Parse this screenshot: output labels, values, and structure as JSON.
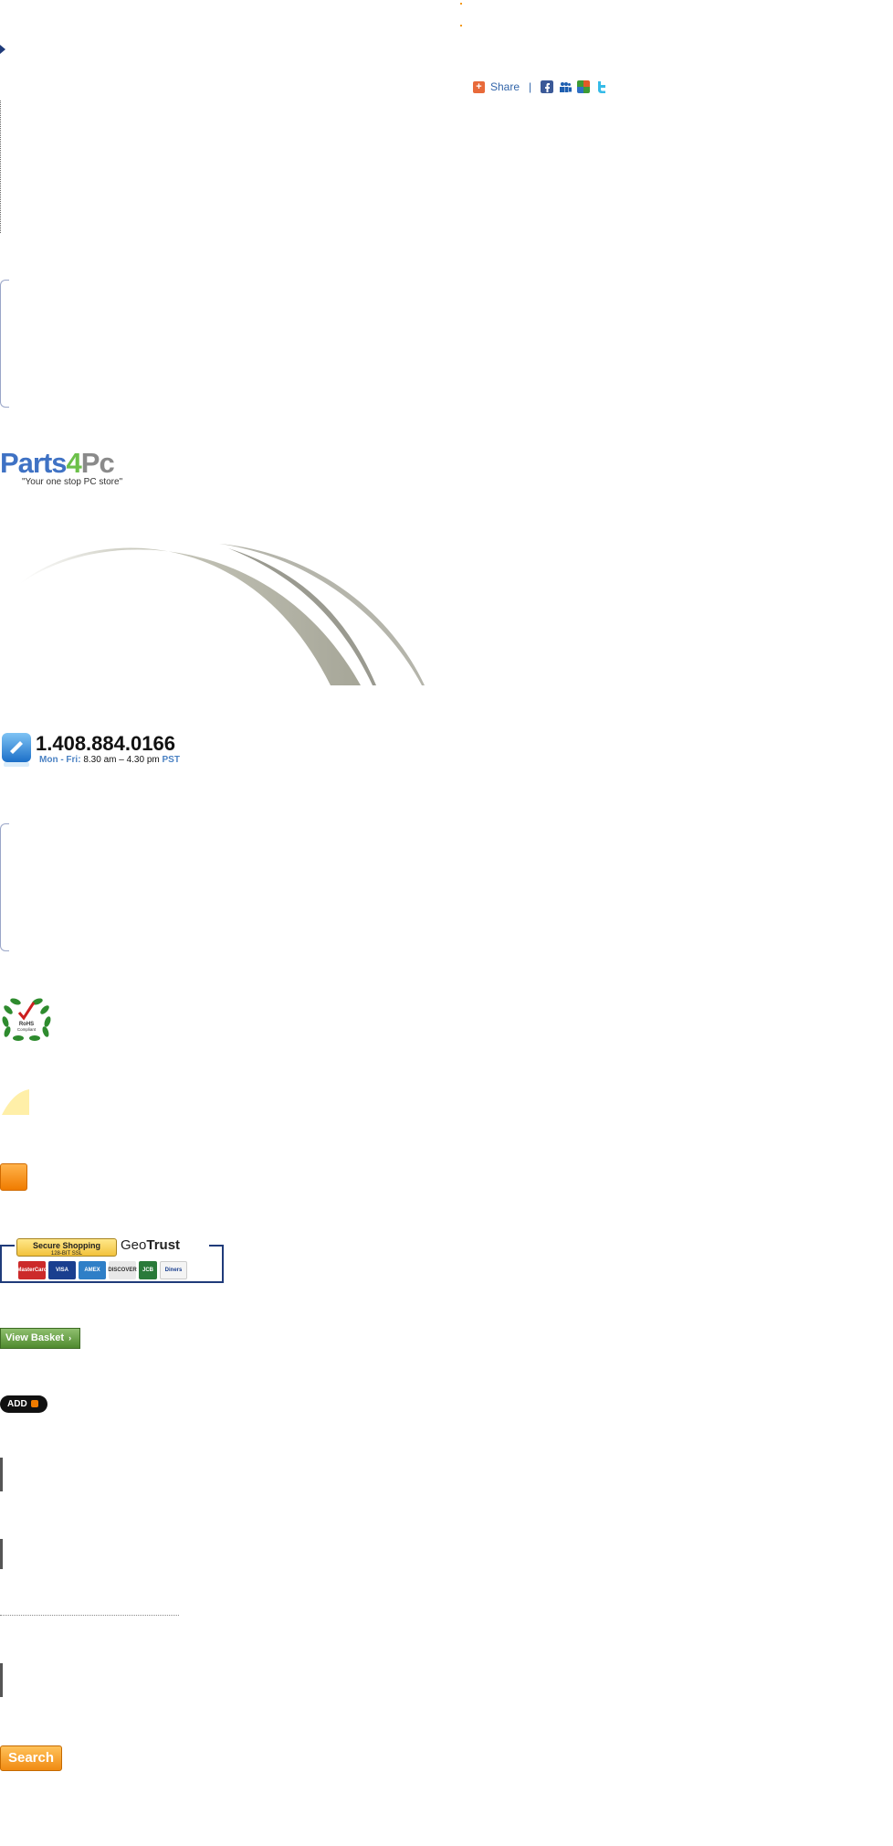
{
  "share": {
    "label": "Share",
    "separator": "|",
    "icons": [
      "facebook-icon",
      "myspace-icon",
      "google-icon",
      "twitter-icon"
    ]
  },
  "logo": {
    "part1": "Parts",
    "part2": "4",
    "part3": "Pc",
    "tagline": "\"Your one stop PC store\""
  },
  "phone": {
    "number": "1.408.884.0166",
    "days": "Mon - Fri:",
    "hours": "8.30 am – 4.30 pm",
    "tz": "PST"
  },
  "rohs": {
    "line1": "RoHS",
    "line2": "Compliant"
  },
  "secure": {
    "badge_title": "Secure Shopping",
    "badge_sub": "128-BIT SSL",
    "geo": "Geo",
    "trust": "Trust",
    "cards": [
      "MasterCard",
      "VISA",
      "AMEX",
      "DISCOVER",
      "JCB",
      "Diners"
    ]
  },
  "buttons": {
    "view_basket": "View Basket",
    "add": "ADD",
    "search": "Search"
  },
  "colors": {
    "brand_blue": "#3f72c4",
    "brand_green": "#6cc04a",
    "accent_orange": "#f08a12"
  }
}
